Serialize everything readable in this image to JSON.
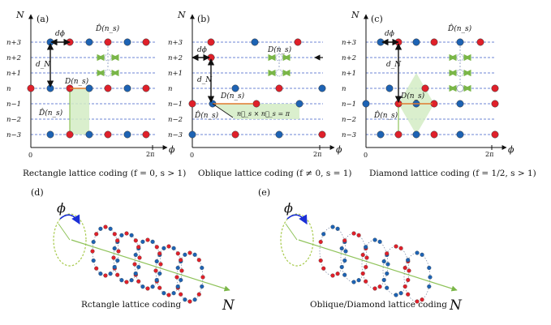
{
  "panels": [
    {
      "label": "(a)",
      "caption": "Rectangle lattice coding",
      "condition": "(f = 0, s > 1)",
      "annotations": {
        "phase": "dϕ",
        "distance": "d_N",
        "set_main": "D(n_s)",
        "set_hat": "D̂(n_s)",
        "set_hat_top": "D̂(n_s)"
      }
    },
    {
      "label": "(b)",
      "caption": "Oblique lattice coding",
      "condition": "(f ≠ 0, s = 1)",
      "annotations": {
        "phase": "dϕ",
        "distance": "d_N",
        "set_main": "D(n_s)",
        "set_hat": "D̂(n_s)",
        "set_top": "D(n_s)",
        "cross": "n⃗_s × n⃗_s = π"
      }
    },
    {
      "label": "(c)",
      "caption": "Diamond lattice coding",
      "condition": "(f = 1/2, s > 1)",
      "annotations": {
        "phase": "dϕ",
        "distance": "d_N",
        "set_main": "D(n_s)",
        "set_hat": "D̂(n_s)",
        "set_hat_top": "D̂(n_s)"
      }
    }
  ],
  "axes": {
    "y_title": "N",
    "x_title": "ϕ",
    "x_start": "0",
    "x_end": "2π",
    "y_ticks": [
      "n+3",
      "n+2",
      "n+1",
      "n",
      "n−1",
      "n−2",
      "n−3"
    ]
  },
  "helix_panels": [
    {
      "label": "(d)",
      "caption": "Rctangle lattice coding",
      "angle_symbol": "ϕ",
      "axis_symbol": "N"
    },
    {
      "label": "(e)",
      "caption": "Oblique/Diamond lattice coding",
      "angle_symbol": "ϕ",
      "axis_symbol": "N"
    }
  ],
  "colors": {
    "red_point": "#e0202a",
    "blue_point": "#1d63b4",
    "line": "#6d86d4",
    "green": "#8fc35a",
    "shade": "#d3ecc4",
    "orange": "#e07a2e",
    "dash_grey": "#9aa8c8"
  }
}
